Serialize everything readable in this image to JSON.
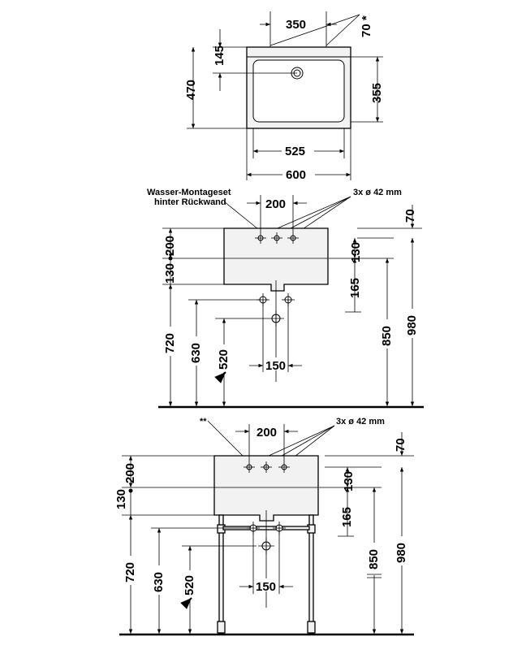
{
  "top_view": {
    "dim_350": "350",
    "dim_70_star": "70 *",
    "dim_145": "145",
    "dim_470": "470",
    "dim_355": "355",
    "dim_525": "525",
    "dim_600": "600"
  },
  "wall_view": {
    "note_line1": "Wasser-Montageset",
    "note_line2": "hinter Rückwand",
    "holes_note": "3x ø 42 mm",
    "dim_200_top": "200",
    "dim_70": "70",
    "dim_200_side": "200",
    "dim_130_left": "130",
    "dim_130_right": "130",
    "dim_165": "165",
    "dim_720": "720",
    "dim_630": "630",
    "dim_520": "520",
    "dim_150": "150",
    "dim_850": "850",
    "dim_980": "980"
  },
  "stand_view": {
    "double_star": "**",
    "holes_note": "3x ø 42 mm",
    "dim_200_top": "200",
    "dim_70": "70",
    "dim_200_side": "200",
    "dim_130_left": "130",
    "dim_130_right": "130",
    "dim_165": "165",
    "dim_720": "720",
    "dim_630": "630",
    "dim_520": "520",
    "dim_150": "150",
    "dim_850": "850",
    "dim_980": "980"
  }
}
